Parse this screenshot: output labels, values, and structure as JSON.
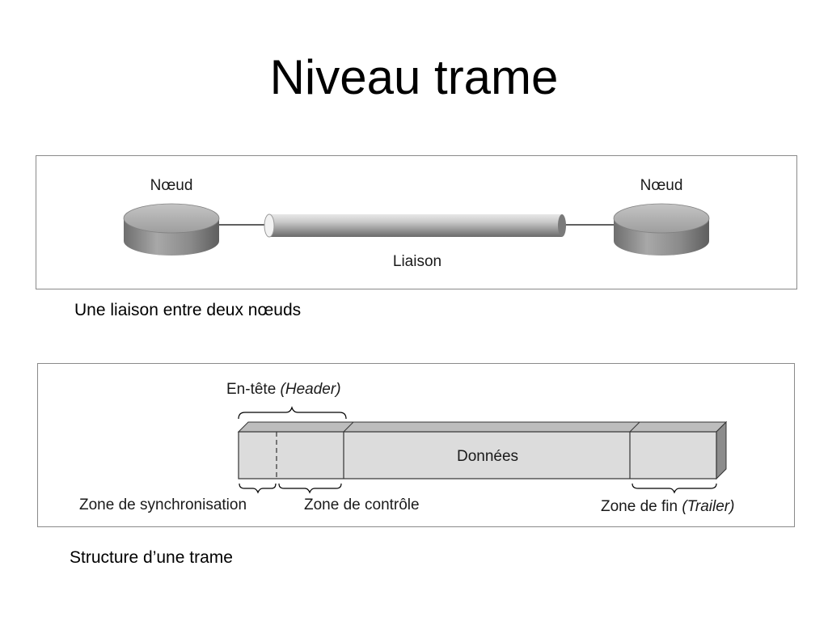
{
  "slide": {
    "title": "Niveau trame"
  },
  "link_diagram": {
    "node_left_label": "Nœud",
    "node_right_label": "Nœud",
    "link_label": "Liaison",
    "caption": "Une liaison entre deux nœuds"
  },
  "frame_diagram": {
    "header_label": "En-tête",
    "header_label_en": "(Header)",
    "data_label": "Données",
    "sync_zone_label": "Zone de synchronisation",
    "control_zone_label": "Zone de contrôle",
    "end_zone_label": "Zone de fin",
    "end_zone_label_en": "(Trailer)",
    "caption": "Structure d’une trame"
  },
  "colors": {
    "panel_border": "#8a8a8a",
    "frame_fill": "#dcdcdc",
    "frame_top": "#bdbdbd",
    "frame_side": "#8c8c8c"
  }
}
